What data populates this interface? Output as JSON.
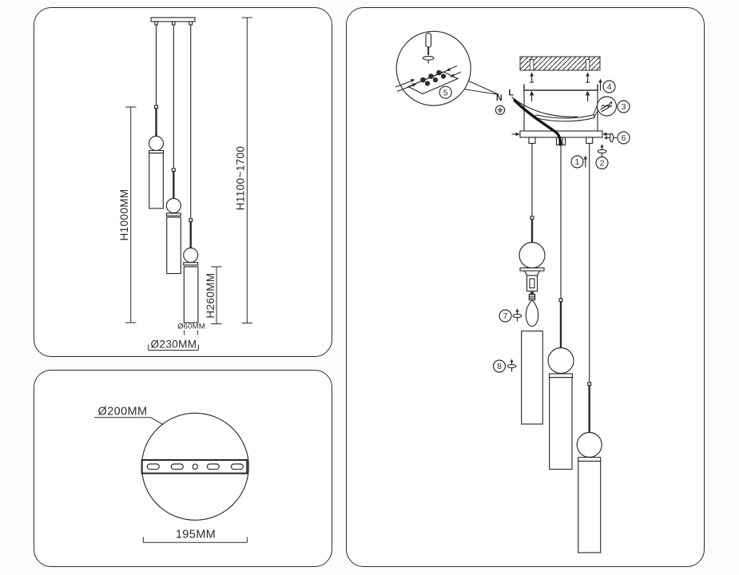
{
  "colors": {
    "line": "#2b2b2b",
    "background": "#ffffff",
    "cord": "#161616"
  },
  "spec_view": {
    "height_pendant": "H1000MM",
    "height_overall": "H1100~1700",
    "height_shade": "H260MM",
    "diameter_shade": "Ø60MM",
    "diameter_canopy": "Ø230MM"
  },
  "plate_view": {
    "diameter_plate": "Ø200MM",
    "bracket_length": "195MM"
  },
  "assembly_view": {
    "label_neutral": "N",
    "label_live": "L",
    "steps": [
      "1",
      "2",
      "3",
      "4",
      "5",
      "6",
      "7",
      "8"
    ]
  },
  "icons": {
    "ceiling-hatch": "diagonal-lines",
    "screwdriver-icon": "svg-shape",
    "washer-icon": "svg-shape",
    "terminal-block-icon": "svg-shape",
    "ground-icon": "⏚",
    "up-arrow-icon": "↑",
    "screw-turn-icon": "⊕",
    "wire-splice-icon": "svg-shape"
  }
}
